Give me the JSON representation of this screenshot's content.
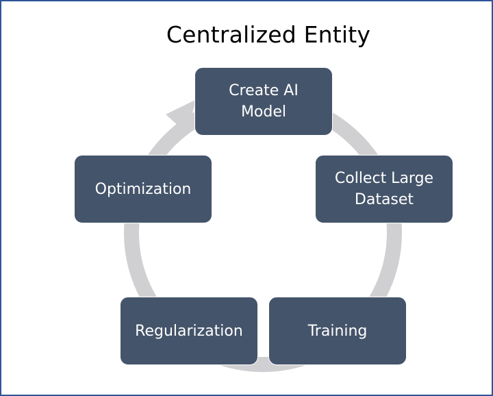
{
  "title": "Centralized Entity",
  "colors": {
    "node_fill": "#44546a",
    "node_text": "#ffffff",
    "cycle_arrow": "#d0d0d3",
    "frame_border": "#2f5597"
  },
  "nodes": [
    {
      "id": "create-ai-model",
      "label": "Create AI\nModel"
    },
    {
      "id": "collect-large-dataset",
      "label": "Collect Large\nDataset"
    },
    {
      "id": "training",
      "label": "Training"
    },
    {
      "id": "regularization",
      "label": "Regularization"
    },
    {
      "id": "optimization",
      "label": "Optimization"
    }
  ]
}
